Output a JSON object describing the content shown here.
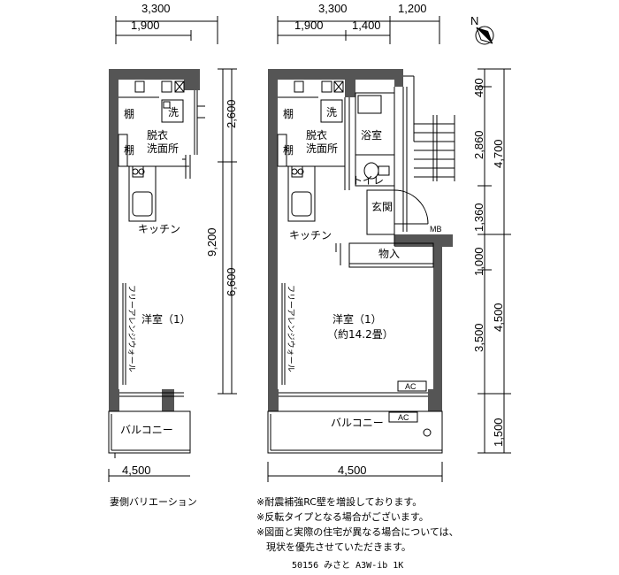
{
  "dimensions": {
    "left_top_total": "3,300",
    "left_top_sub": "1,900",
    "right_top_total": "3,300",
    "right_top_extra": "1,200",
    "right_top_sub_a": "1,900",
    "right_top_sub_b": "1,400",
    "left_side_a": "2,600",
    "left_side_b": "9,200",
    "left_side_c": "6,600",
    "right_side_a": "480",
    "right_side_b": "2,860",
    "right_side_c": "4,700",
    "right_side_d": "1,360",
    "right_side_e": "1,000",
    "right_side_f": "3,500",
    "right_side_g": "4,500",
    "right_side_h": "1,500",
    "left_bottom": "4,500",
    "right_bottom": "4,500"
  },
  "rooms": {
    "shelf": "棚",
    "washer": "洗",
    "dressing_l1": "脱衣",
    "dressing_l2": "洗面所",
    "kitchen": "キッチン",
    "western_room": "洋室（1）",
    "western_room_area": "（約14.2畳）",
    "free_wall": "フリーアレンジウォール",
    "balcony": "バルコニー",
    "bath": "浴室",
    "toilet": "トイレ",
    "entrance": "玄関",
    "closet": "物入",
    "mb": "MB",
    "ac": "AC"
  },
  "compass_label": "N",
  "variation_label": "妻側バリエーション",
  "notes": [
    "※耐震補強RC壁を増設しております。",
    "※反転タイプとなる場合がございます。",
    "※図面と実際の住宅が異なる場合については、",
    "　現状を優先させていただきます。"
  ],
  "footer_code": "50156 みさと A3W-ib 1K"
}
